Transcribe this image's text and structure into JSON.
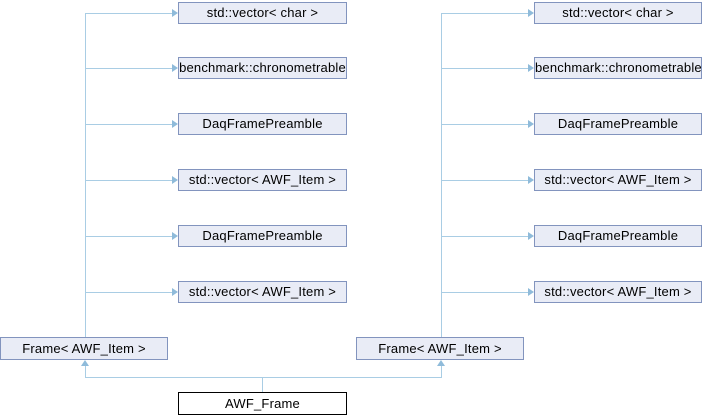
{
  "diagram": {
    "left_nodes": [
      "std::vector< char >",
      "benchmark::chronometrable",
      "DaqFramePreamble",
      "std::vector< AWF_Item >",
      "DaqFramePreamble",
      "std::vector< AWF_Item >"
    ],
    "right_nodes": [
      "std::vector< char >",
      "benchmark::chronometrable",
      "DaqFramePreamble",
      "std::vector< AWF_Item >",
      "DaqFramePreamble",
      "std::vector< AWF_Item >"
    ],
    "frames": [
      "Frame< AWF_Item >",
      "Frame< AWF_Item >"
    ],
    "main": "AWF_Frame",
    "colors": {
      "node_fill": "#e9ecf6",
      "node_border": "#8294be",
      "edge_line": "#a9cde4",
      "arrowhead": "#8fbbda",
      "main_fill": "#ffffff",
      "main_border": "#000000"
    }
  }
}
